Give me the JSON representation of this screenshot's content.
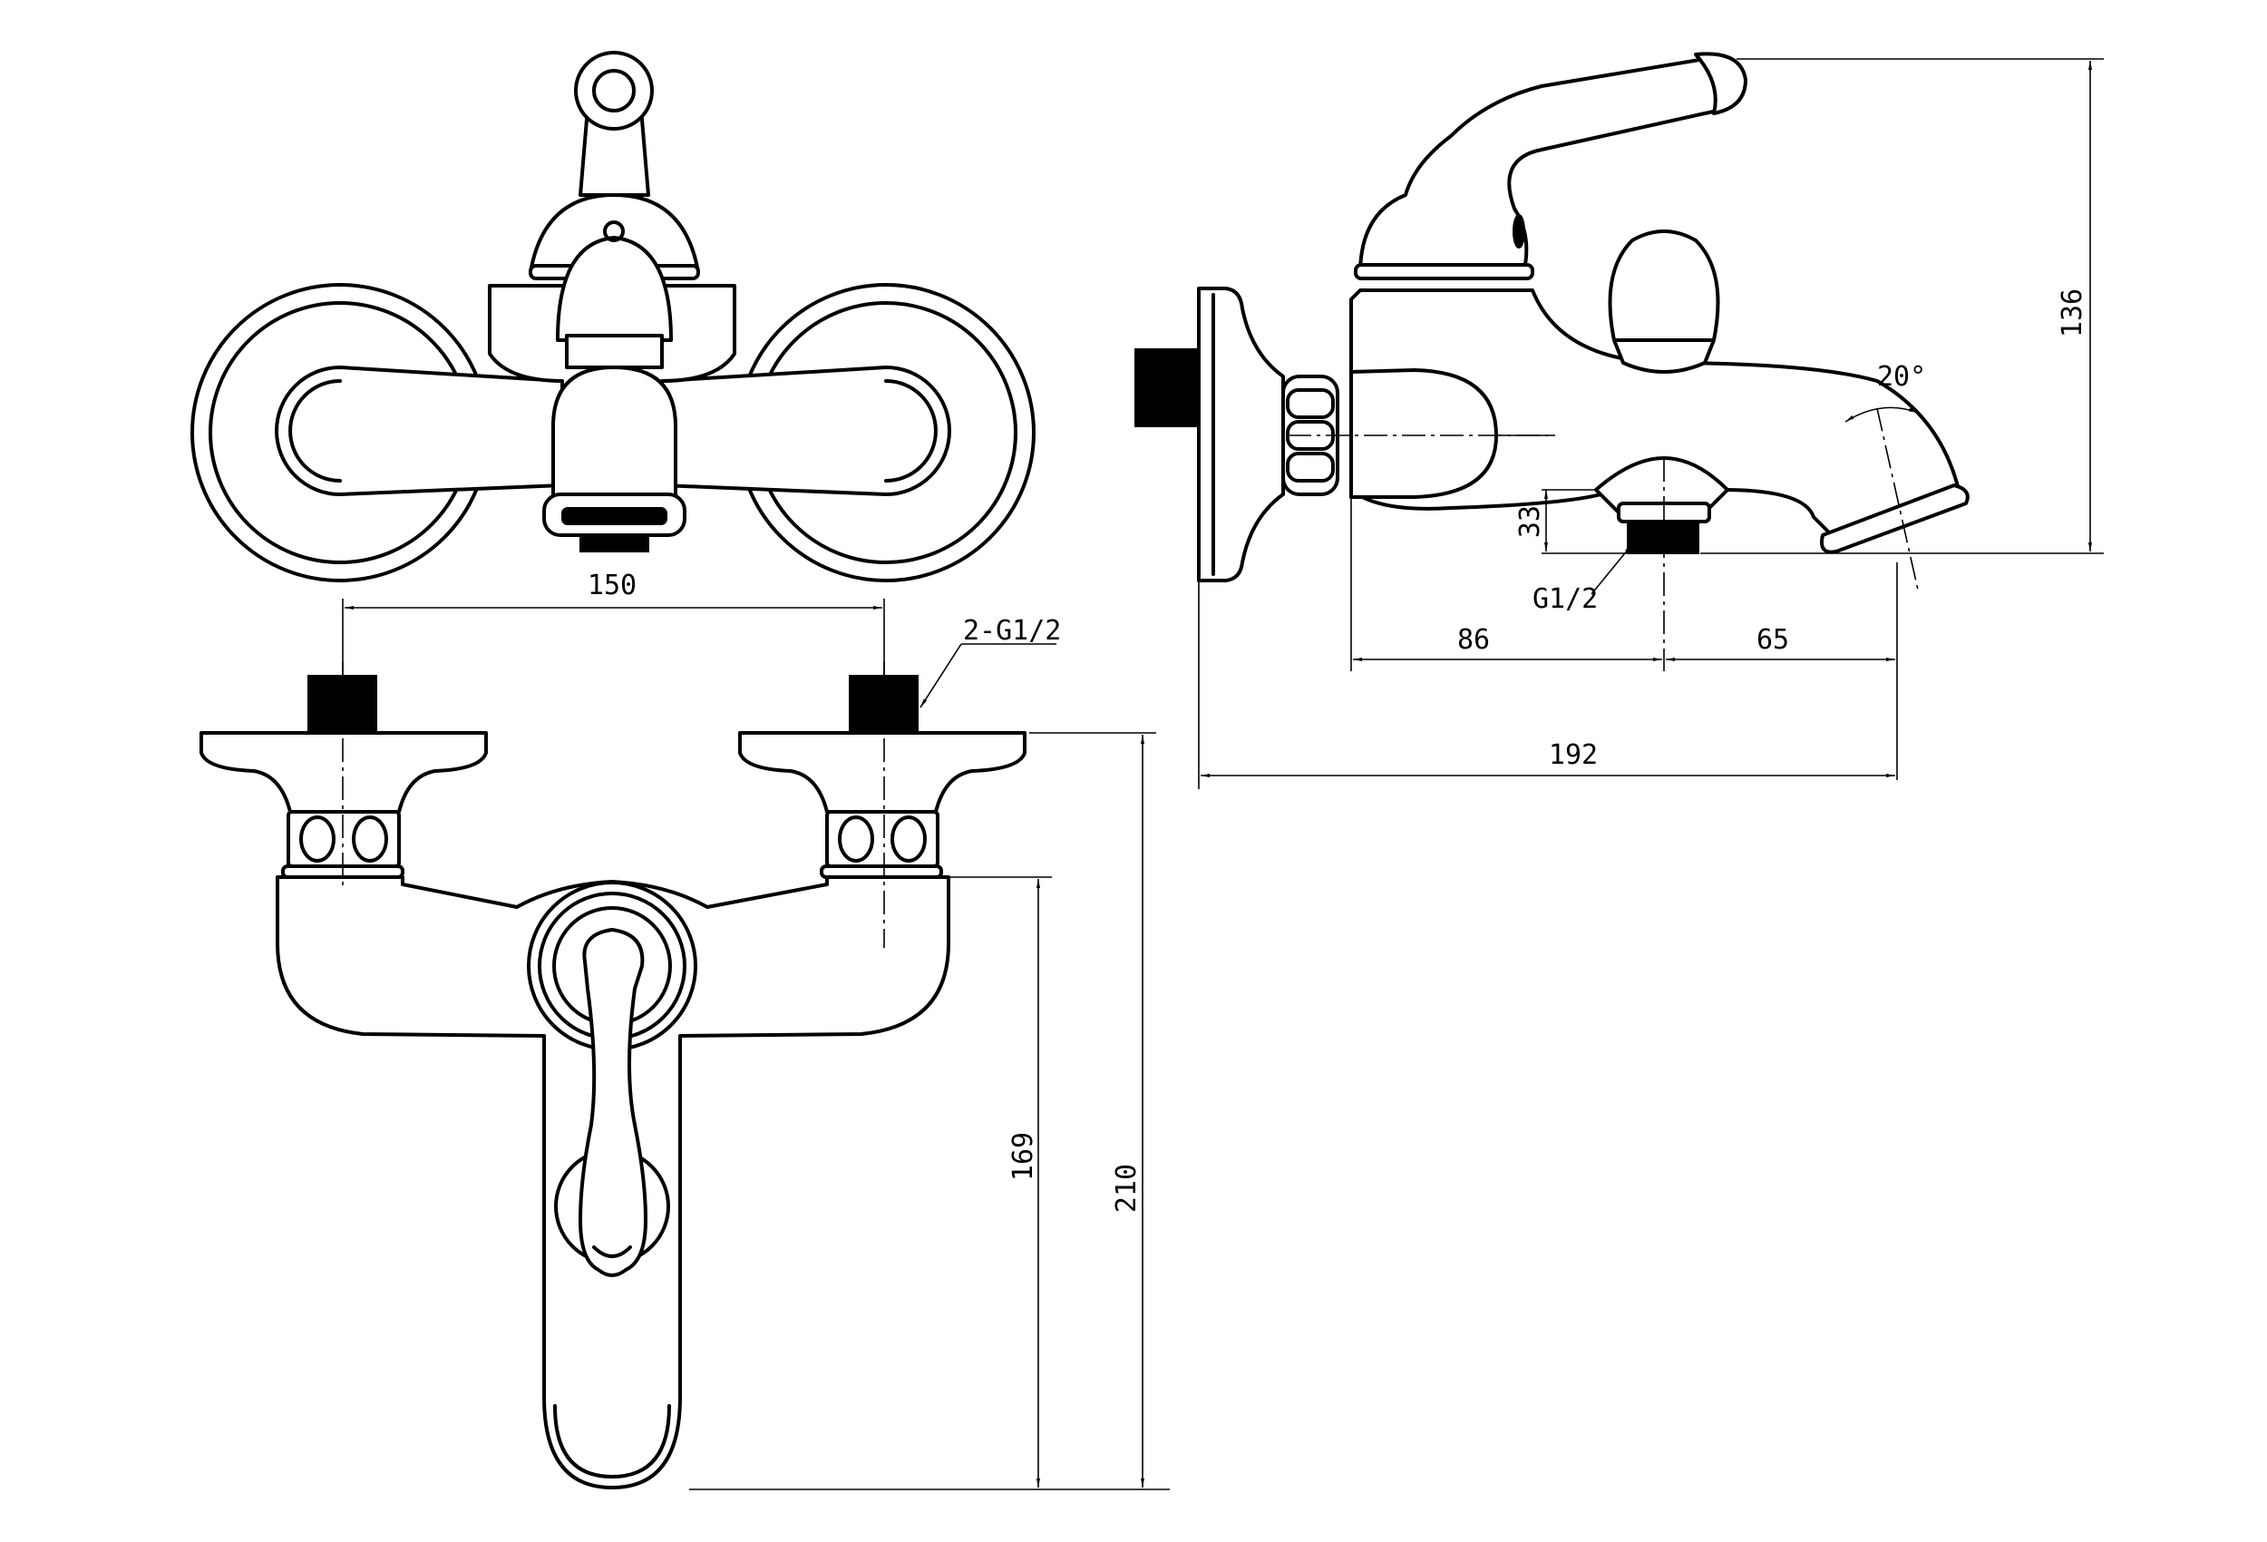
{
  "dimensions": {
    "inlet_spacing": "150",
    "inlet_thread": "2-G1/2",
    "mixer_height": "169",
    "overall_height": "210",
    "side_height": "136",
    "spout_angle": "20°",
    "shower_outlet_offset": "33",
    "shower_outlet_thread": "G1/2",
    "body_depth": "86",
    "spout_reach": "65",
    "overall_depth": "192"
  }
}
